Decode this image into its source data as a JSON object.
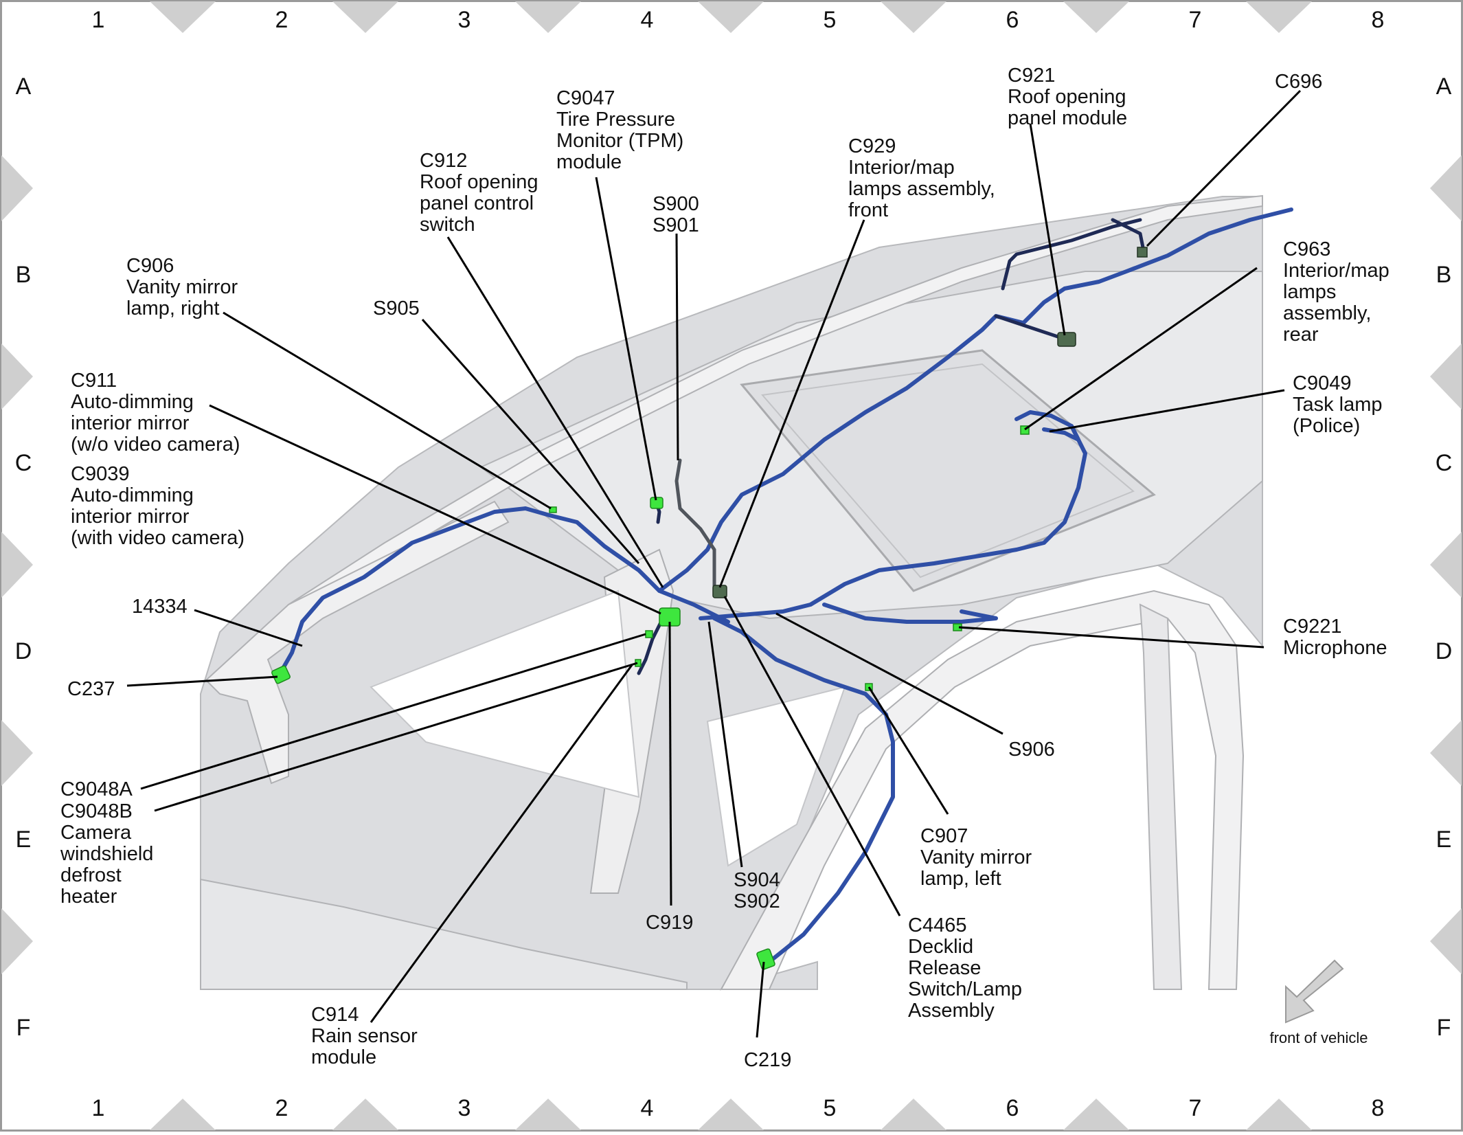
{
  "grid": {
    "columns": [
      "1",
      "2",
      "3",
      "4",
      "5",
      "6",
      "7",
      "8"
    ],
    "rows": [
      "A",
      "B",
      "C",
      "D",
      "E",
      "F"
    ]
  },
  "callouts": [
    {
      "id": "c9047",
      "lines": [
        "C9047",
        "Tire Pressure",
        "Monitor (TPM)",
        "module"
      ]
    },
    {
      "id": "c921",
      "lines": [
        "C921",
        "Roof opening",
        "panel module"
      ]
    },
    {
      "id": "c696",
      "lines": [
        "C696"
      ]
    },
    {
      "id": "c912",
      "lines": [
        "C912",
        "Roof opening",
        "panel control",
        "switch"
      ]
    },
    {
      "id": "c929",
      "lines": [
        "C929",
        "Interior/map",
        "lamps assembly,",
        "front"
      ]
    },
    {
      "id": "s900",
      "lines": [
        "S900",
        "S901"
      ]
    },
    {
      "id": "c963",
      "lines": [
        "C963",
        "Interior/map",
        "lamps",
        "assembly,",
        "rear"
      ]
    },
    {
      "id": "c906",
      "lines": [
        "C906",
        "Vanity mirror",
        "lamp, right"
      ]
    },
    {
      "id": "s905",
      "lines": [
        "S905"
      ]
    },
    {
      "id": "c9049",
      "lines": [
        "C9049",
        "Task lamp",
        "(Police)"
      ]
    },
    {
      "id": "c911",
      "lines": [
        "C911",
        "Auto-dimming",
        "interior mirror",
        "(w/o video camera)"
      ]
    },
    {
      "id": "c9039",
      "lines": [
        "C9039",
        "Auto-dimming",
        "interior mirror",
        "(with video camera)"
      ]
    },
    {
      "id": "p14334",
      "lines": [
        "14334"
      ]
    },
    {
      "id": "c9221",
      "lines": [
        "C9221",
        "Microphone"
      ]
    },
    {
      "id": "c237",
      "lines": [
        "C237"
      ]
    },
    {
      "id": "s906",
      "lines": [
        "S906"
      ]
    },
    {
      "id": "c9048a",
      "lines": [
        "C9048A"
      ]
    },
    {
      "id": "c9048b",
      "lines": [
        "C9048B",
        "Camera",
        "windshield",
        "defrost",
        "heater"
      ]
    },
    {
      "id": "c907",
      "lines": [
        "C907",
        "Vanity mirror",
        "lamp, left"
      ]
    },
    {
      "id": "s904",
      "lines": [
        "S904",
        "S902"
      ]
    },
    {
      "id": "c919",
      "lines": [
        "C919"
      ]
    },
    {
      "id": "c4465",
      "lines": [
        "C4465",
        "Decklid",
        "Release",
        "Switch/Lamp",
        "Assembly"
      ]
    },
    {
      "id": "c914",
      "lines": [
        "C914",
        "Rain sensor",
        "module"
      ]
    },
    {
      "id": "c219",
      "lines": [
        "C219"
      ]
    }
  ],
  "orientation": {
    "label": "front of vehicle",
    "icon": "front-arrow-icon"
  },
  "colors": {
    "wire": "#2f4fa6",
    "connector": "#3ee63e",
    "frame": "#cccccc",
    "body": "#d9dadc"
  }
}
